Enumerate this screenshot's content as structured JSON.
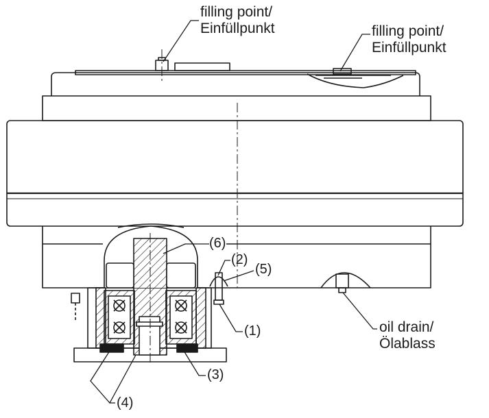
{
  "labels": {
    "filling_point_1": {
      "line1": "filling point/",
      "line2": "Einfüllpunkt"
    },
    "filling_point_2": {
      "line1": "filling point/",
      "line2": "Einfüllpunkt"
    },
    "oil_drain": {
      "line1": "oil drain/",
      "line2": "Ölablass"
    }
  },
  "callouts": {
    "c1": "(1)",
    "c2": "(2)",
    "c3": "(3)",
    "c4": "(4)",
    "c5": "(5)",
    "c6": "(6)"
  },
  "colors": {
    "line": "#1a1a1a",
    "background": "#ffffff"
  }
}
